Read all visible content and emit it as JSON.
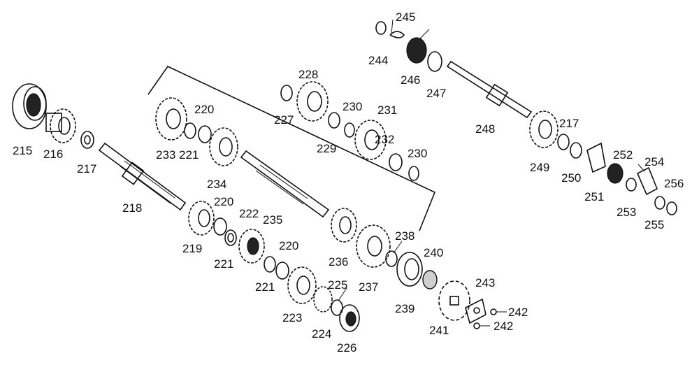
{
  "labels": {
    "p215": "215",
    "p216": "216",
    "p217a": "217",
    "p218": "218",
    "p219": "219",
    "p220a": "220",
    "p221a": "221",
    "p222": "222",
    "p220b": "220",
    "p221b": "221",
    "p223": "223",
    "p224": "224",
    "p225": "225",
    "p226": "226",
    "p233": "233",
    "p221c": "221",
    "p220c": "220",
    "p234": "234",
    "p235": "235",
    "p236": "236",
    "p237": "237",
    "p238": "238",
    "p239": "239",
    "p240": "240",
    "p241": "241",
    "p243": "243",
    "p242a": "242",
    "p242b": "242",
    "p227": "227",
    "p228": "228",
    "p229": "229",
    "p230a": "230",
    "p231": "231",
    "p232": "232",
    "p230b": "230",
    "p244": "244",
    "p245": "245",
    "p246": "246",
    "p247": "247",
    "p248": "248",
    "p249": "249",
    "p217b": "217",
    "p250": "250",
    "p251": "251",
    "p252": "252",
    "p253": "253",
    "p254": "254",
    "p255": "255",
    "p256": "256"
  }
}
